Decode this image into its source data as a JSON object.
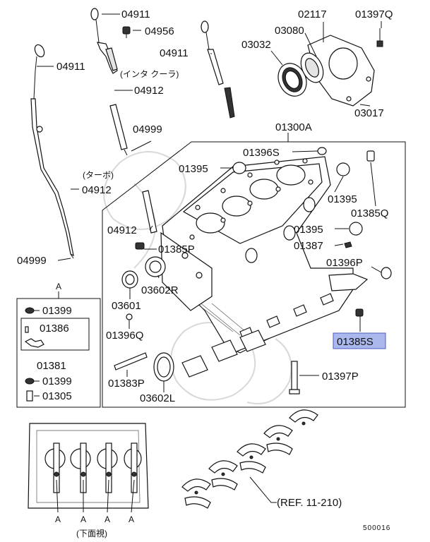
{
  "labels": {
    "p04911a": "04911",
    "p04956": "04956",
    "p02117": "02117",
    "p01397q": "01397Q",
    "p04911b": "04911",
    "p03080": "03080",
    "p03032": "03032",
    "p04911c": "04911",
    "p04912a": "04912",
    "p03017": "03017",
    "p04999a": "04999",
    "p01300a": "01300A",
    "p01396s": "01396S",
    "p01395a": "01395",
    "p01395b": "01395",
    "p04912b": "04912",
    "p01385q": "01385Q",
    "p04912c": "04912",
    "p01395c": "01395",
    "p01385p": "01385P",
    "p01387": "01387",
    "p04999b": "04999",
    "p01396p": "01396P",
    "p03602r": "03602R",
    "p03601": "03601",
    "p01396q": "01396Q",
    "p01385s": "01385S",
    "p01397p": "01397P",
    "p01383p": "01383P",
    "p03602l": "03602L"
  },
  "notes": {
    "intercooler": "(インタ クーラ)",
    "turbo": "(ターボ)",
    "ref": "(REF. 11-210)",
    "bottom_view": "(下面視)",
    "diagram_code": "500016"
  },
  "callouts": {
    "box_a_title": "A",
    "box_a_items": [
      "01399",
      "01386",
      "01381",
      "01399",
      "01305"
    ],
    "bottom_markers": [
      "A",
      "A",
      "A",
      "A"
    ]
  },
  "highlight_color": "#aab8ee"
}
